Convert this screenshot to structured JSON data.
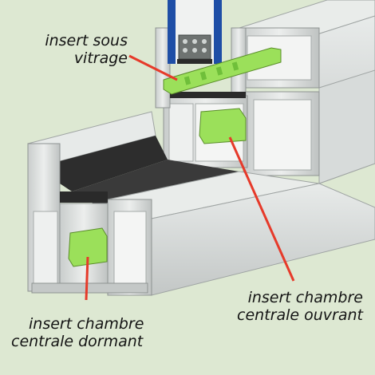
{
  "labels": {
    "glazing_insert": {
      "line1": "insert sous",
      "line2": "vitrage"
    },
    "sash_chamber_insert": {
      "line1": "insert chambre",
      "line2": "centrale ouvrant"
    },
    "frame_chamber_insert": {
      "line1": "insert chambre",
      "line2": "centrale dormant"
    }
  },
  "colors": {
    "background": "#dde8d2",
    "insert": "#9be05a",
    "pointer": "#e63a2a",
    "glass_edge": "#1e4ea6",
    "profile": "#d4d8d6",
    "gasket": "#2a2a2a"
  }
}
